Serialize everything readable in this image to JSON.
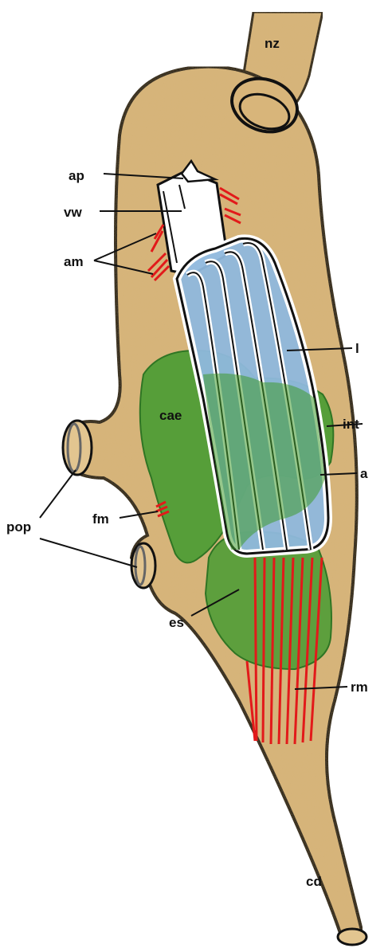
{
  "labels": {
    "nz": "nz",
    "ap": "ap",
    "vw": "vw",
    "am": "am",
    "l": "l",
    "int": "int",
    "a": "a",
    "cae": "cae",
    "fm": "fm",
    "pop": "pop",
    "es": "es",
    "rm": "rm",
    "cd": "cd"
  },
  "colors": {
    "body": "#d8b57a",
    "outline": "#111111",
    "green": "#3f9a2e",
    "blue": "#8fb8dd",
    "muscle": "#e21a1a"
  }
}
